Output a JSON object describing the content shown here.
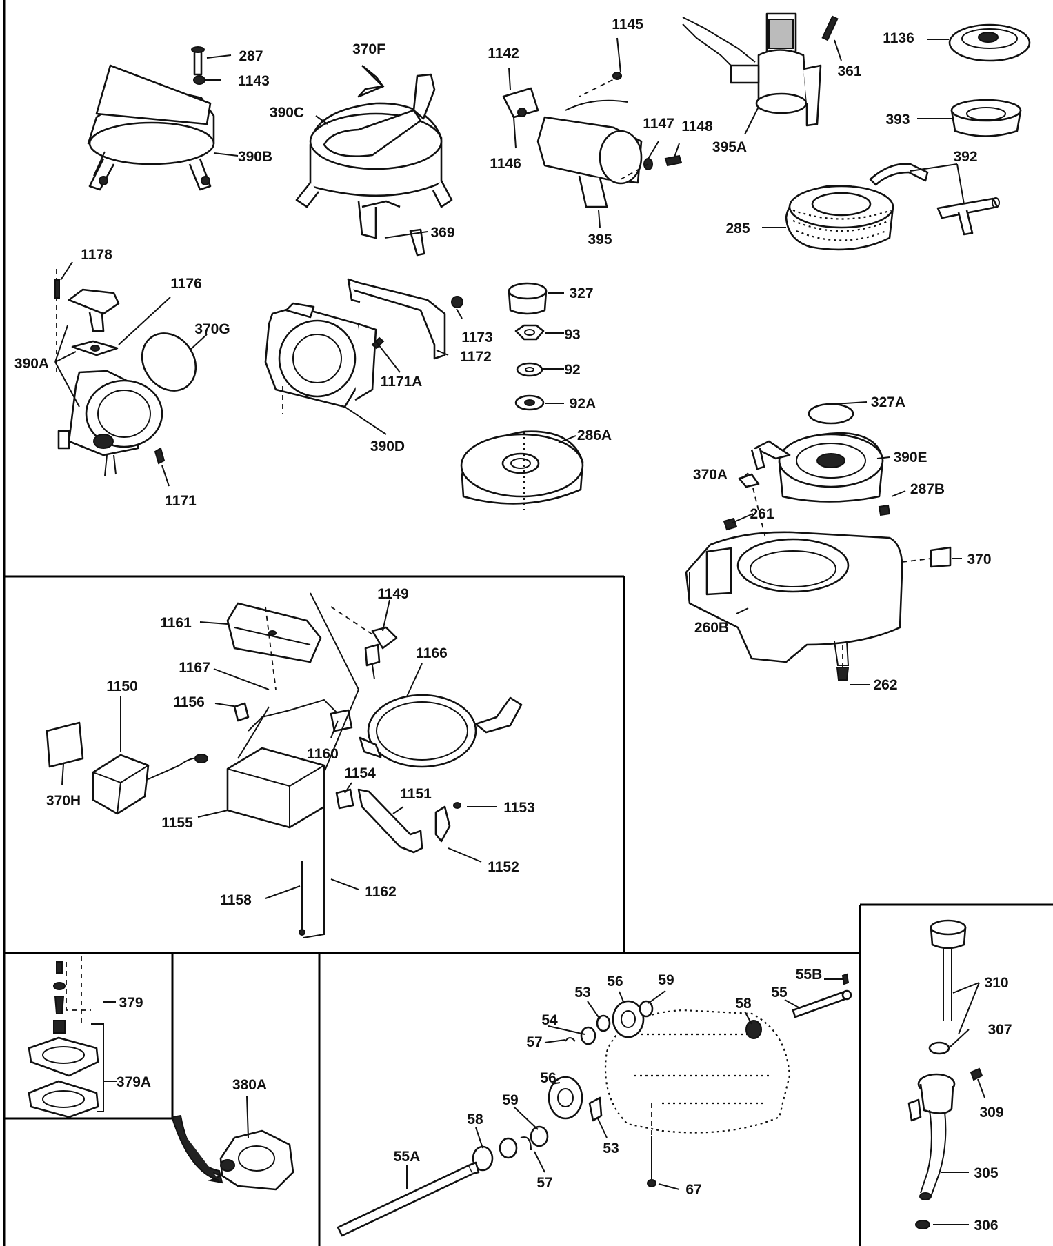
{
  "labels": {
    "p287": "287",
    "p1143": "1143",
    "p390B": "390B",
    "p370F": "370F",
    "p390C": "390C",
    "p369": "369",
    "p1142": "1142",
    "p1145": "1145",
    "p1146": "1146",
    "p1147": "1147",
    "p1148": "1148",
    "p395": "395",
    "p395A": "395A",
    "p361": "361",
    "p1136": "1136",
    "p393": "393",
    "p392": "392",
    "p285": "285",
    "p1178": "1178",
    "p1176": "1176",
    "p370G": "370G",
    "p390A": "390A",
    "p1171": "1171",
    "p1173": "1173",
    "p1172": "1172",
    "p1171A": "1171A",
    "p390D": "390D",
    "p327": "327",
    "p93": "93",
    "p92": "92",
    "p92A": "92A",
    "p286A": "286A",
    "p327A": "327A",
    "p390E": "390E",
    "p370A": "370A",
    "p287B": "287B",
    "p261": "261",
    "p370": "370",
    "p260B": "260B",
    "p262": "262",
    "p1161": "1161",
    "p1149": "1149",
    "p1166": "1166",
    "p1167": "1167",
    "p1150": "1150",
    "p1156": "1156",
    "p1160": "1160",
    "p370H": "370H",
    "p1154": "1154",
    "p1151": "1151",
    "p1153": "1153",
    "p1155": "1155",
    "p1152": "1152",
    "p1158": "1158",
    "p1162": "1162",
    "p379": "379",
    "p379A": "379A",
    "p380A": "380A",
    "p53a": "53",
    "p56a": "56",
    "p59a": "59",
    "p55B": "55B",
    "p55": "55",
    "p58a": "58",
    "p54": "54",
    "p57a": "57",
    "p56b": "56",
    "p59b": "59",
    "p58b": "58",
    "p55A": "55A",
    "p57b": "57",
    "p53b": "53",
    "p67": "67",
    "p310": "310",
    "p307": "307",
    "p309": "309",
    "p305": "305",
    "p306": "306"
  }
}
